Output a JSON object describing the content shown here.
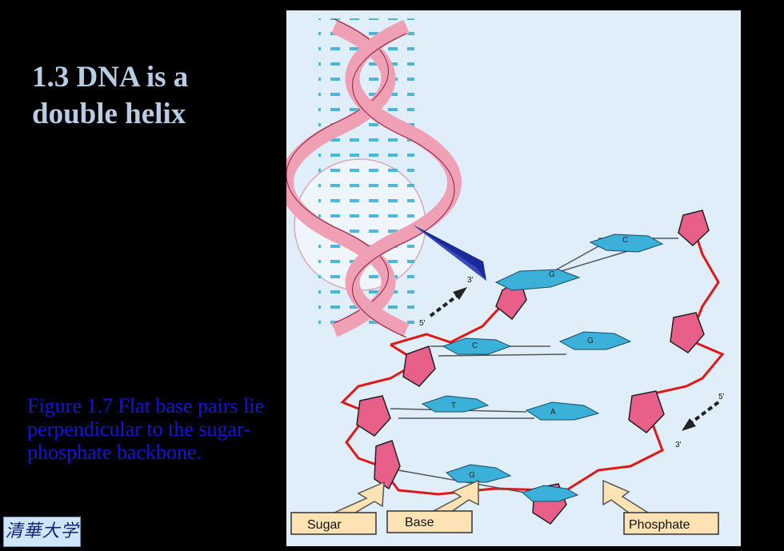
{
  "slide": {
    "title": "1.3 DNA is a double helix",
    "caption": "Figure 1.7 Flat base pairs lie perpendicular to the sugar-phosphate backbone."
  },
  "logo": {
    "text": "清華大学"
  },
  "diagram": {
    "bases": {
      "pair1_left": "G",
      "pair1_right": "C",
      "pair2_left": "C",
      "pair2_right": "G",
      "pair3_left": "T",
      "pair3_right": "A",
      "pair4_left": "G"
    },
    "strand_ends": {
      "left_5": "5'",
      "left_3": "3'",
      "right_5": "5'",
      "right_3": "3'"
    },
    "labels": {
      "sugar": "Sugar",
      "base": "Base",
      "phosphate": "Phosphate"
    }
  },
  "colors": {
    "background": "#000000",
    "title": "#b8cce4",
    "caption": "#1414e0",
    "figure_bg": "#dfeef8",
    "backbone": "#e01818",
    "sugar": "#e8608a",
    "base": "#3bb0d8",
    "helix": "#f0a0b4",
    "label_box": "#fde3b4"
  }
}
